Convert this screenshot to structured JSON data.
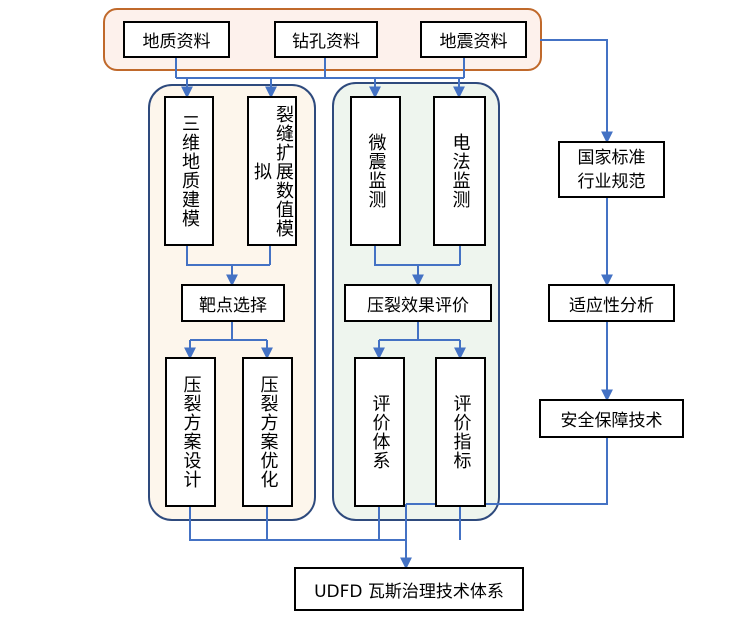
{
  "inputs": {
    "geology": "地质资料",
    "drilling": "钻孔资料",
    "seismic": "地震资料"
  },
  "left": {
    "modeling": "三维地质建模",
    "fracture_sim": "裂缝扩展数值模拟",
    "target_select": "靶点选择",
    "design": "压裂方案设计",
    "optimize": "压裂方案优化"
  },
  "middle": {
    "microseismic": "微震监测",
    "electric": "电法监测",
    "evaluation": "压裂效果评价",
    "eval_system": "评价体系",
    "eval_index": "评价指标"
  },
  "right": {
    "standards": "国家标准行业规范",
    "adaptability": "适应性分析",
    "safety": "安全保障技术"
  },
  "output": "UDFD 瓦斯治理技术体系",
  "colors": {
    "connector": "#4472c4",
    "group_border": "#2e4a7d",
    "top_border": "#c0692b",
    "top_fill": "#fdf1ec",
    "left_fill": "#fdf6ec",
    "middle_fill": "#eef5ee"
  }
}
